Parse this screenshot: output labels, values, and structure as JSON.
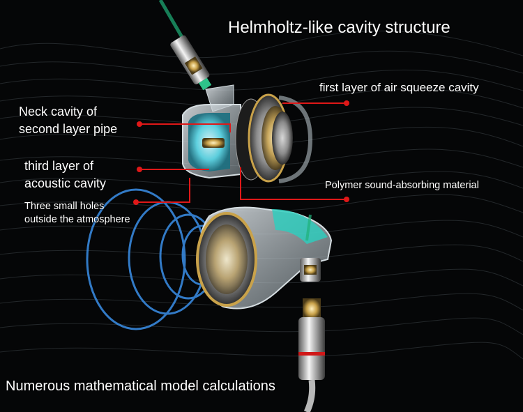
{
  "title": "Helmholtz-like cavity structure",
  "labels": {
    "neck_line1": "Neck cavity of",
    "neck_line2": "second layer pipe",
    "third_line1": "third layer of",
    "third_line2": "acoustic cavity",
    "holes_line1": "Three small holes",
    "holes_line2": "outside the atmosphere",
    "first_layer": "first layer of air squeeze cavity",
    "polymer": "Polymer sound-absorbing material"
  },
  "footer": "Numerous mathematical model calculations",
  "colors": {
    "background": "#050607",
    "callout": "#e01818",
    "acoustic_cavity": "#58d6e6",
    "sound_wave": "#3a8fe8",
    "gold": "#c9a24a"
  }
}
